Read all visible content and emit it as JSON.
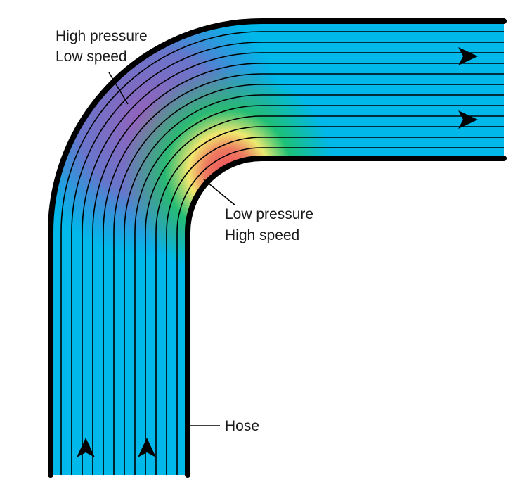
{
  "labels": {
    "high_pressure": [
      "High pressure",
      "Low speed"
    ],
    "low_pressure": [
      "Low pressure",
      "High speed"
    ],
    "hose": "Hose"
  },
  "colors": {
    "flow": "#00b8ea",
    "high_pressure_zone": "#9a5ab8",
    "low_pressure_hot": "#f06060",
    "low_pressure_warm": "#f8ee6a",
    "low_pressure_mid": "#20c26a",
    "wall": "#000000",
    "streamline": "#000000"
  },
  "icons": {
    "inlet_arrows": "arrow-up-icon",
    "outlet_arrows": "arrow-right-icon"
  }
}
